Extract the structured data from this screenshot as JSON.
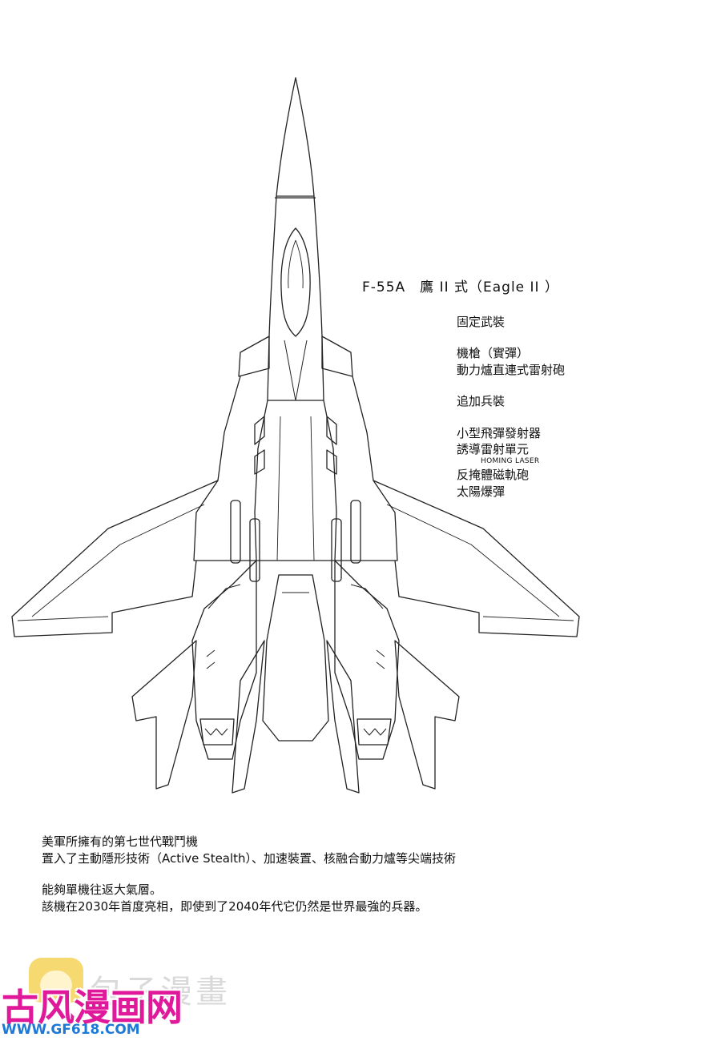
{
  "spec": {
    "title": "F-55A　鷹 II 式（Eagle II ）",
    "fixed_weapons_heading": "固定武裝",
    "fixed_weapons": [
      "機槍（實彈）",
      "動力爐直連式雷射砲"
    ],
    "added_weapons_heading": "追加兵裝",
    "added_weapons": [
      "小型飛彈發射器",
      "誘導雷射單元",
      "反掩體磁軌砲",
      "太陽爆彈"
    ],
    "homing_laser_note": "HOMING LASER"
  },
  "description": {
    "line1": "美軍所擁有的第七世代戰鬥機",
    "line2": "置入了主動隱形技術（Active Stealth）、加速裝置、核融合動力爐等尖端技術",
    "line3": "能夠單機往返大氣層。",
    "line4": "該機在2030年首度亮相，即使到了2040年代它仍然是世界最強的兵器。"
  },
  "watermark": {
    "faint_text": "包子漫畫",
    "site_name": "古风漫画网",
    "url": "WWW.GF618.COM"
  }
}
